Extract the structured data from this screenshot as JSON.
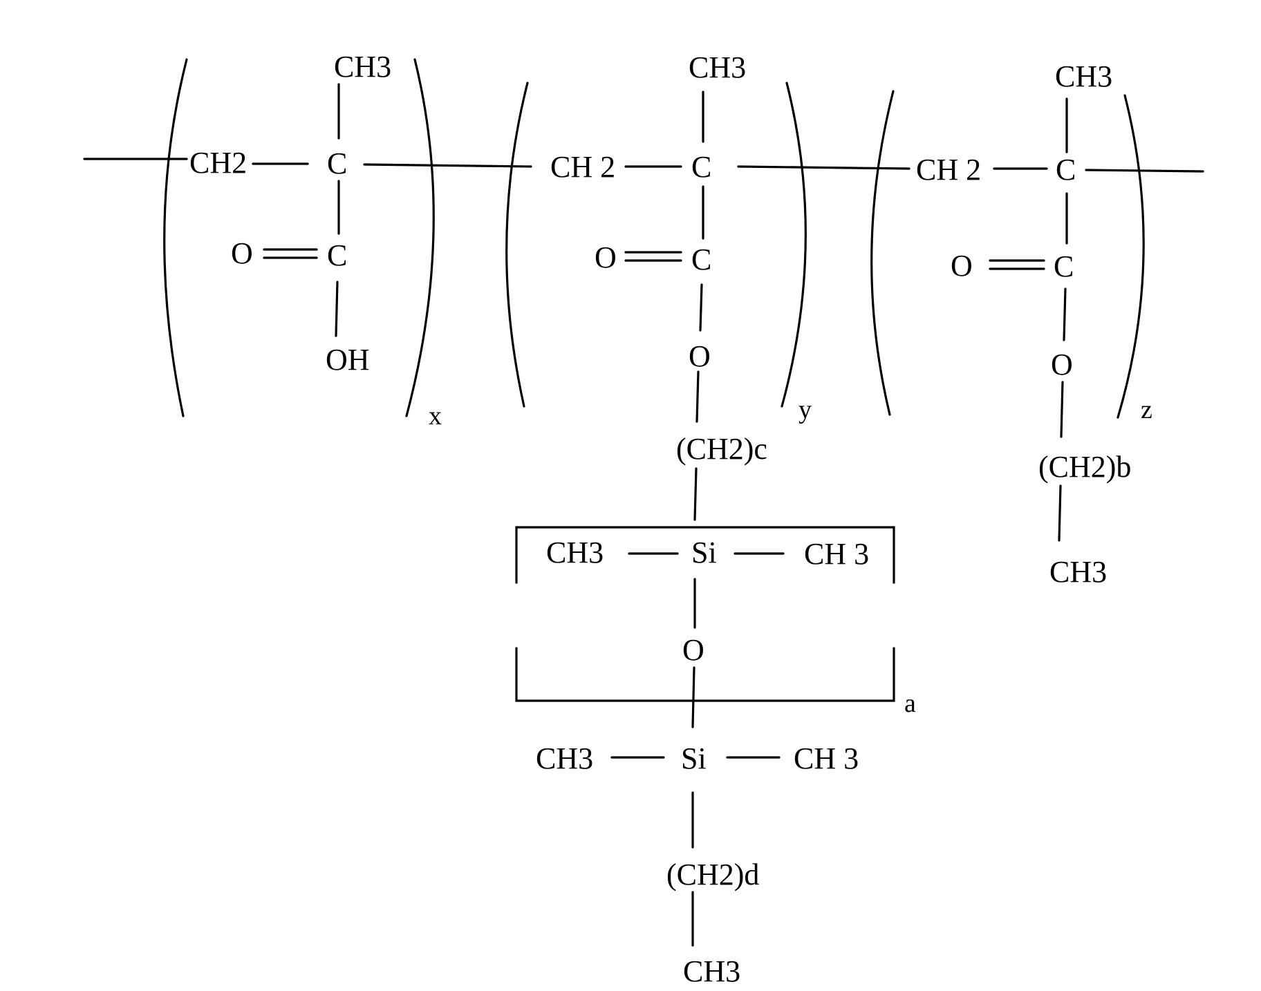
{
  "structure": {
    "unit_x": {
      "ch3": "CH3",
      "ch2": "CH2",
      "c_main": "C",
      "o_double": "O",
      "c_carbonyl": "C",
      "oh": "OH",
      "index": "x"
    },
    "unit_y": {
      "ch3": "CH3",
      "ch2": "CH 2",
      "c_main": "C",
      "o_double": "O",
      "c_carbonyl": "C",
      "o_ester": "O",
      "ch2c": "(CH2)c",
      "index": "y",
      "siloxane": {
        "repeat_ch3_left": "CH3",
        "repeat_si": "Si",
        "repeat_ch3_right": "CH 3",
        "repeat_o": "O",
        "repeat_index": "a",
        "term_ch3_left": "CH3",
        "term_si": "Si",
        "term_ch3_right": "CH 3",
        "ch2d": "(CH2)d",
        "end_ch3": "CH3"
      }
    },
    "unit_z": {
      "ch3": "CH3",
      "ch2": "CH 2",
      "c_main": "C",
      "o_double": "O",
      "c_carbonyl": "C",
      "o_ester": "O",
      "ch2b": "(CH2)b",
      "end_ch3": "CH3",
      "index": "z"
    }
  }
}
